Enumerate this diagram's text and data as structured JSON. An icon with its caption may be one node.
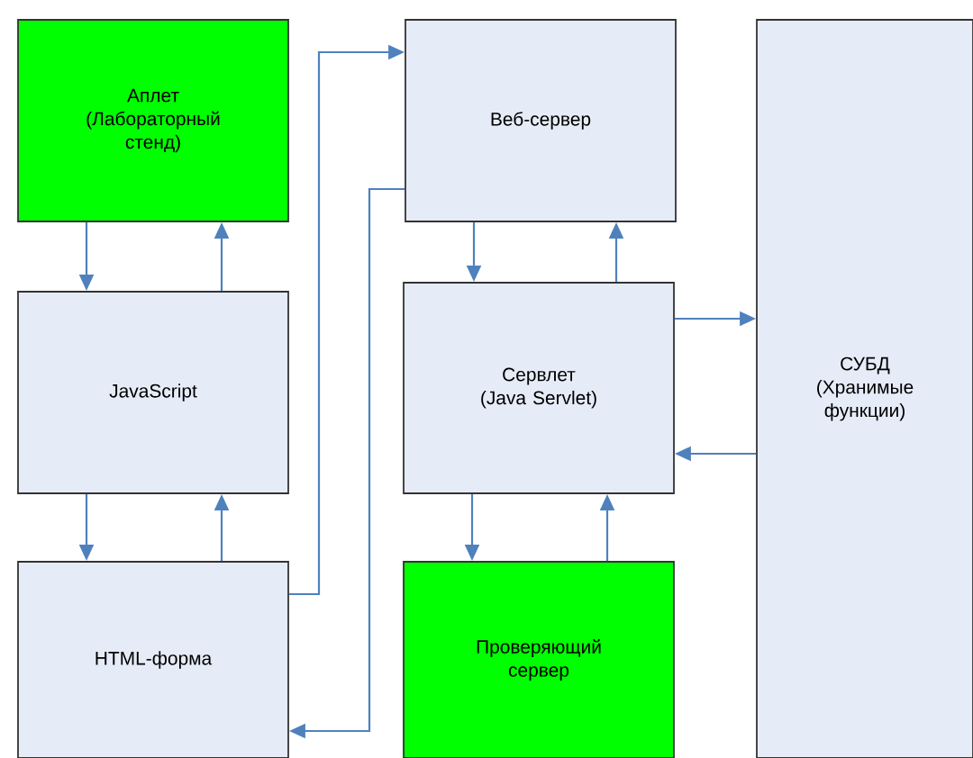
{
  "diagram": {
    "nodes": [
      {
        "text": [
          "Аплет (Лабораторный стенд)"
        ]
      },
      {
        "text": [
          "JavaScript"
        ]
      },
      {
        "text": [
          "HTML-форма"
        ]
      },
      {
        "text": [
          "Веб-сервер"
        ]
      },
      {
        "text": [
          "Сервлет (Java Servlet)"
        ]
      },
      {
        "text": [
          "Проверяющий сервер"
        ]
      },
      {
        "text": [
          "СУБД (Хранимые функции)"
        ]
      }
    ],
    "edges": [
      {
        "from": 0,
        "to": 1,
        "arrow": "to"
      },
      {
        "from": 1,
        "to": 0,
        "arrow": "to"
      },
      {
        "from": 1,
        "to": 2,
        "arrow": "to"
      },
      {
        "from": 2,
        "to": 1,
        "arrow": "to"
      },
      {
        "from": 2,
        "to": 3,
        "arrow": "to"
      },
      {
        "from": 3,
        "to": 2,
        "arrow": "to"
      },
      {
        "from": 3,
        "to": 4,
        "arrow": "to"
      },
      {
        "from": 4,
        "to": 3,
        "arrow": "to"
      },
      {
        "from": 4,
        "to": 5,
        "arrow": "to"
      },
      {
        "from": 5,
        "to": 4,
        "arrow": "to"
      },
      {
        "from": 4,
        "to": 6,
        "arrow": "to"
      },
      {
        "from": 6,
        "to": 4,
        "arrow": "to"
      }
    ]
  }
}
